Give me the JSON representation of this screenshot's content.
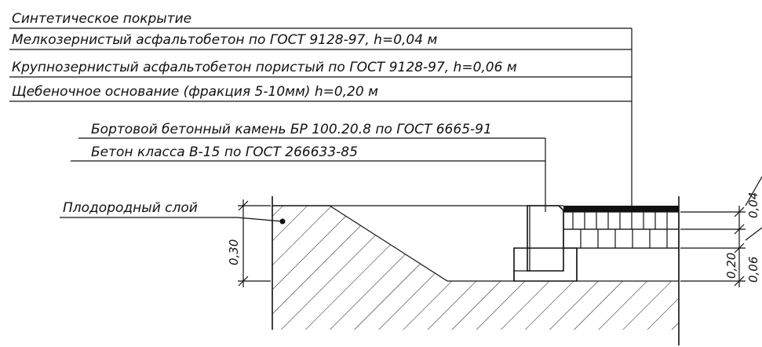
{
  "layers": {
    "synthetic": "Синтетическое покрытие",
    "fine_asphalt": "Мелкозернистый асфальтобетон по ГОСТ 9128-97, h=0,04 м",
    "coarse_asphalt": "Крупнозернистый асфальтобетон пористый по ГОСТ 9128-97, h=0,06 м",
    "gravel_base": "Щебеночное основание (фракция 5-10мм)  h=0,20 м"
  },
  "curb": {
    "stone": "Бортовой бетонный камень БР 100.20.8 по ГОСТ 6665-91",
    "concrete": "Бетон класса В-15 по ГОСТ 266633-85"
  },
  "soil": {
    "fertile_layer": "Плодородный слой"
  },
  "dimensions": {
    "left_height": "0,30",
    "base_height": "0,20",
    "coarse_height": "0,06",
    "fine_height": "0,04"
  },
  "colors": {
    "ink": "#111111",
    "background": "#ffffff"
  }
}
